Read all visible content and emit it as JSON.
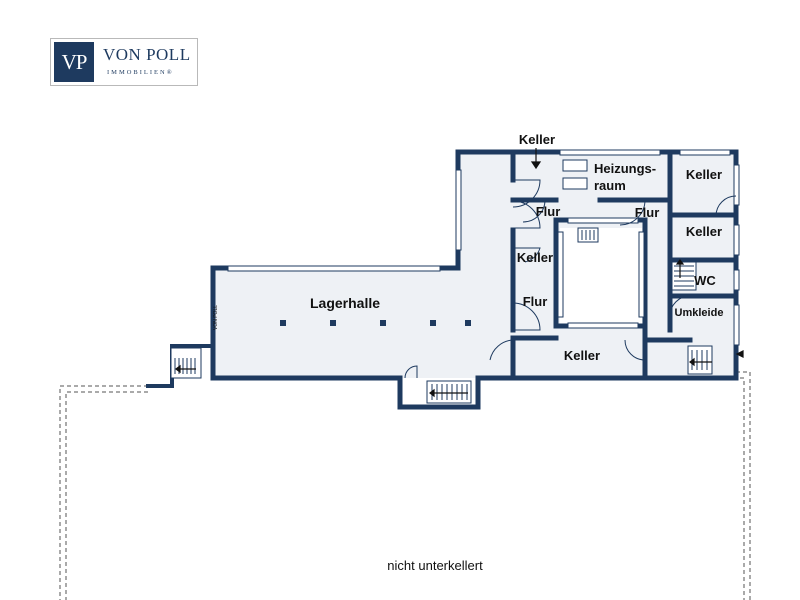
{
  "logo": {
    "mark": "VP",
    "name": "VON POLL",
    "subtitle": "IMMOBILIEN®",
    "color": "#1e3a5f"
  },
  "colors": {
    "wall": "#1e3a5f",
    "floor": "#eef1f5",
    "window": "#ffffff"
  },
  "rooms": {
    "keller_top": "Keller",
    "heizung_line1": "Heizungs-",
    "heizung_line2": "raum",
    "keller_tr": "Keller",
    "flur_1": "Flur",
    "flur_2": "Flur",
    "keller_r2": "Keller",
    "keller_mid": "Keller",
    "wc": "WC",
    "lagerhalle": "Lagerhalle",
    "flur_3": "Flur",
    "umkleide": "Umkleide",
    "keller_bottom": "Keller"
  },
  "outside_label": "nicht unterkellert",
  "watermark": "VON POLL"
}
